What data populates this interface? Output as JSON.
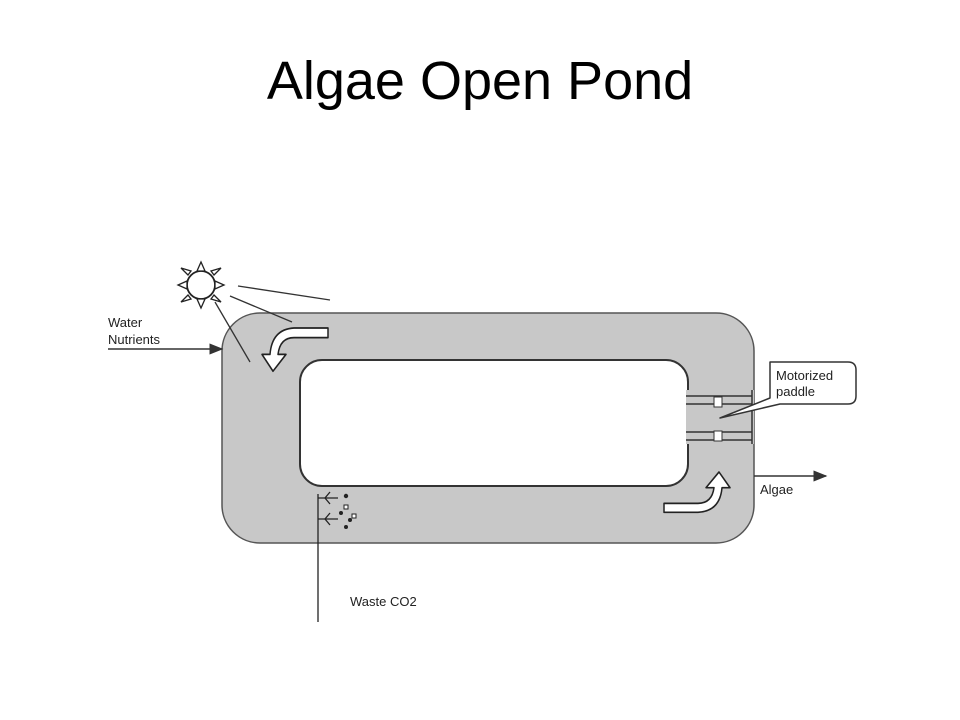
{
  "slide": {
    "title": "Algae Open Pond"
  },
  "diagram": {
    "labels": {
      "input_line1": "Water",
      "input_line2": "Nutrients",
      "paddle_line1": "Motorized",
      "paddle_line2": "paddle",
      "output": "Algae",
      "gas_input": "Waste CO2"
    },
    "colors": {
      "pond": "#c8c8c8",
      "outline": "#333333",
      "background": "#ffffff"
    },
    "icons": [
      "sun-icon",
      "flow-arrow-icon",
      "paddle-wheel-icon",
      "gas-bubbles-icon"
    ]
  }
}
